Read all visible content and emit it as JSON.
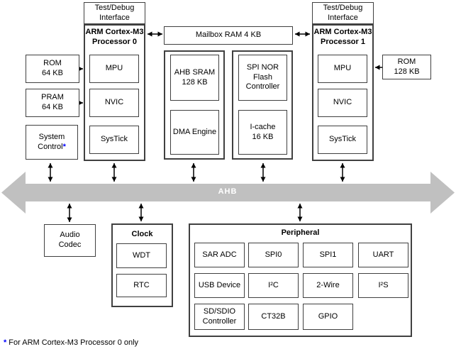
{
  "colors": {
    "bus": "#c0c0c0",
    "bus_text": "#ffffff",
    "border": "#404040",
    "star": "#0000ff"
  },
  "bus": {
    "label": "AHB"
  },
  "footnote": {
    "star": "*",
    "text": "For ARM Cortex-M3 Processor 0 only"
  },
  "blocks": {
    "tdi0": "Test/Debug\nInterface",
    "proc0_title": "ARM Cortex-M3\nProcessor 0",
    "mpu0": "MPU",
    "nvic0": "NVIC",
    "systick0": "SysTick",
    "rom0": "ROM\n64 KB",
    "pram": "PRAM\n64 KB",
    "system_control": "System\nControl",
    "system_control_star": "*",
    "mailbox": "Mailbox RAM 4 KB",
    "ahb_sram": "AHB SRAM\n128 KB",
    "dma": "DMA Engine",
    "spi_nor": "SPI NOR\nFlash\nController",
    "icache": "I-cache\n16 KB",
    "tdi1": "Test/Debug\nInterface",
    "proc1_title": "ARM Cortex-M3\nProcessor 1",
    "mpu1": "MPU",
    "nvic1": "NVIC",
    "systick1": "SysTick",
    "rom1": "ROM\n128 KB",
    "audio_codec": "Audio\nCodec",
    "clock_title": "Clock",
    "wdt": "WDT",
    "rtc": "RTC",
    "peripheral_title": "Peripheral",
    "peripheral_cells": [
      "SAR ADC",
      "SPI0",
      "SPI1",
      "UART",
      "USB Device",
      "I²C",
      "2-Wire",
      "I²S",
      "SD/SDIO\nController",
      "CT32B",
      "GPIO"
    ]
  }
}
